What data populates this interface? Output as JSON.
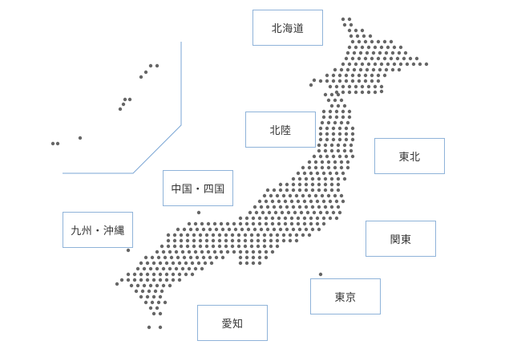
{
  "map": {
    "dot_color": "#666666",
    "border_color": "#8fb3d9",
    "divider_color": "#7aa5d4"
  },
  "regions": [
    {
      "id": "hokkaido",
      "label": "北海道"
    },
    {
      "id": "hokuriku",
      "label": "北陸"
    },
    {
      "id": "tohoku",
      "label": "東北"
    },
    {
      "id": "chushikoku",
      "label": "中国・四国"
    },
    {
      "id": "kyushu",
      "label": "九州・沖縄"
    },
    {
      "id": "kanto",
      "label": "関東"
    },
    {
      "id": "tokyo",
      "label": "東京"
    },
    {
      "id": "aichi",
      "label": "愛知"
    }
  ]
}
